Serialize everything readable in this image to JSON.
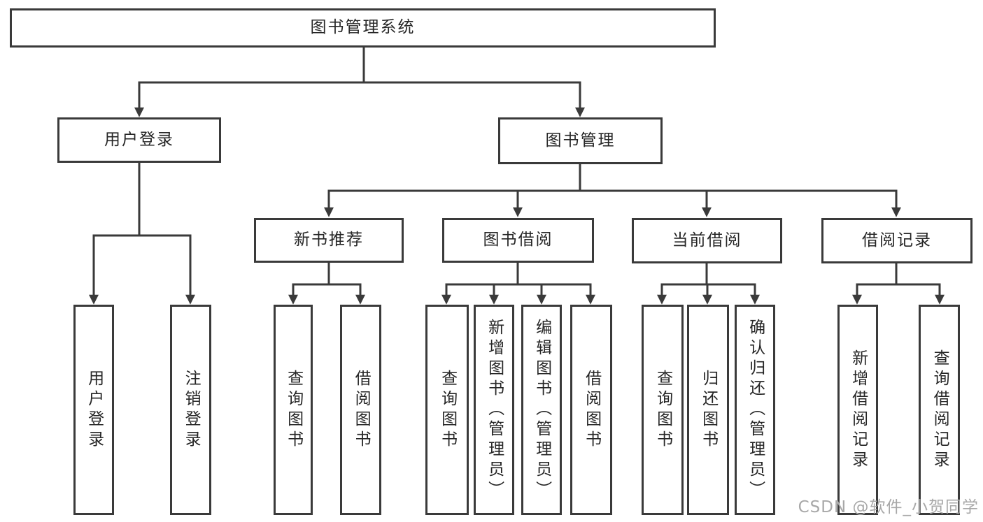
{
  "title": "图书管理系统",
  "watermark": "CSDN @软件_小贺同学",
  "colors": {
    "background": "#ffffff",
    "line_and_border": "#3a3a3a",
    "text": "#262626",
    "watermark": "#a8a8a8"
  },
  "nodes": {
    "root": {
      "label": "图书管理系统"
    },
    "user_login": {
      "label": "用户登录"
    },
    "book_mgmt": {
      "label": "图书管理"
    },
    "login": {
      "label": "用户登录"
    },
    "logout": {
      "label": "注销登录"
    },
    "new_book_rec": {
      "label": "新书推荐"
    },
    "book_borrow": {
      "label": "图书借阅"
    },
    "current_borrow": {
      "label": "当前借阅"
    },
    "borrow_record": {
      "label": "借阅记录"
    },
    "rec_query": {
      "label": "查询图书"
    },
    "rec_borrow": {
      "label": "借阅图书"
    },
    "bb_query": {
      "label": "查询图书"
    },
    "bb_add": {
      "label": "新增图书（管理员）"
    },
    "bb_edit": {
      "label": "编辑图书（管理员）"
    },
    "bb_borrow": {
      "label": "借阅图书"
    },
    "cb_query": {
      "label": "查询图书"
    },
    "cb_return": {
      "label": "归还图书"
    },
    "cb_confirm": {
      "label": "确认归还（管理员）"
    },
    "br_add": {
      "label": "新增借阅记录"
    },
    "br_query": {
      "label": "查询借阅记录"
    }
  },
  "structure": {
    "root": [
      "user_login",
      "book_mgmt"
    ],
    "user_login": [
      "login",
      "logout"
    ],
    "book_mgmt": [
      "new_book_rec",
      "book_borrow",
      "current_borrow",
      "borrow_record"
    ],
    "new_book_rec": [
      "rec_query",
      "rec_borrow"
    ],
    "book_borrow": [
      "bb_query",
      "bb_add",
      "bb_edit",
      "bb_borrow"
    ],
    "current_borrow": [
      "cb_query",
      "cb_return",
      "cb_confirm"
    ],
    "borrow_record": [
      "br_add",
      "br_query"
    ]
  }
}
